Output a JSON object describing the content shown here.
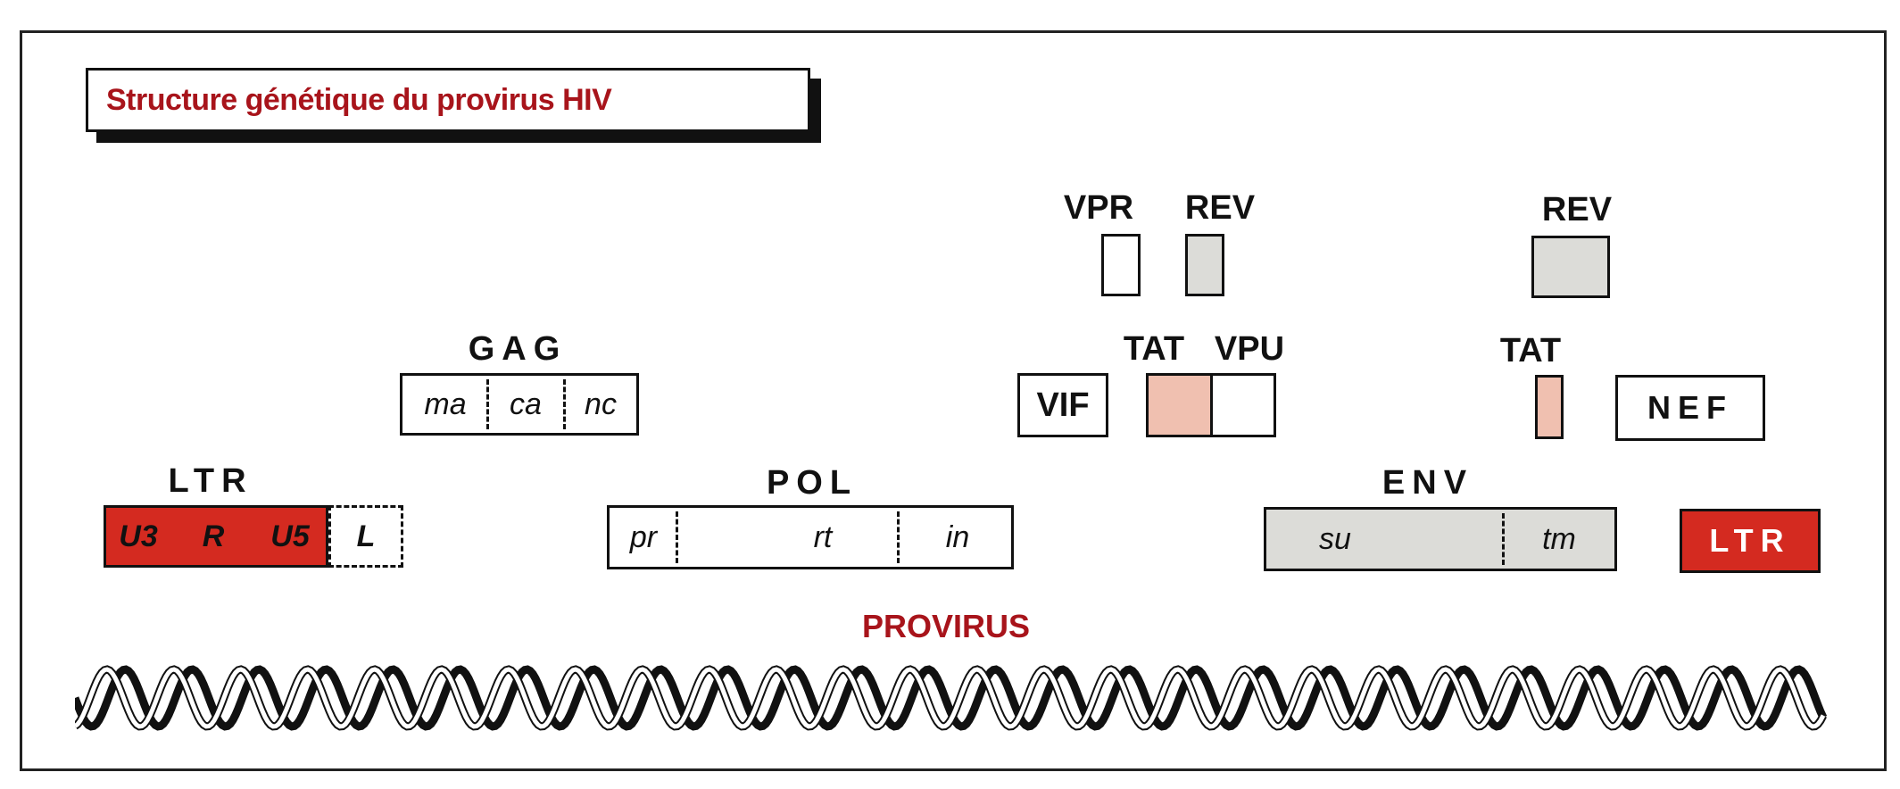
{
  "title": "Structure génétique du provirus HIV",
  "labels": {
    "ltr_left": "LTR",
    "gag": "GAG",
    "pol": "POL",
    "env": "ENV",
    "vpr": "VPR",
    "rev1": "REV",
    "rev2": "REV",
    "tat1": "TAT",
    "vpu": "VPU",
    "tat2": "TAT",
    "provirus": "PROVIRUS"
  },
  "genes": {
    "ltr_left": {
      "segments": [
        "U3",
        "R",
        "U5"
      ],
      "leader": "L"
    },
    "gag": {
      "segments": [
        "ma",
        "ca",
        "nc"
      ]
    },
    "pol": {
      "segments": [
        "pr",
        "rt",
        "in"
      ]
    },
    "env": {
      "segments": [
        "su",
        "tm"
      ]
    },
    "vif": "VIF",
    "nef": "NEF",
    "ltr_right": "LTR"
  },
  "colors": {
    "title": "#a8141b",
    "ltr": "#d42a20",
    "rev": "#dcdcd8",
    "env": "#dcdcd8",
    "tat": "#f0c0b0"
  }
}
